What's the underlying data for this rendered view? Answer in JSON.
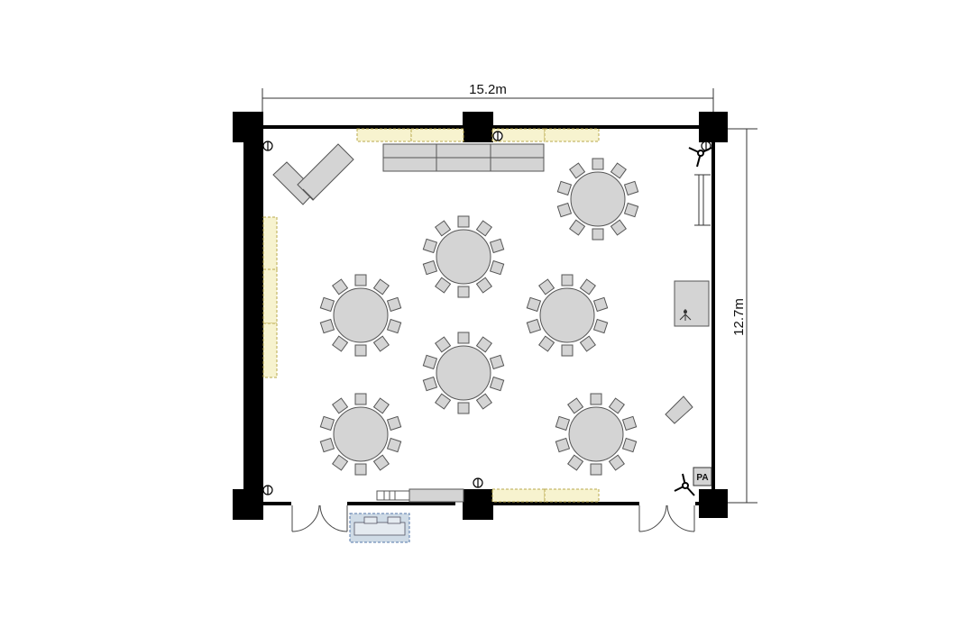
{
  "floorplan": {
    "width_label": "15.2m",
    "height_label": "12.7m",
    "pa_label": "PA",
    "colors": {
      "wall": "#000000",
      "furniture_fill": "#d4d4d4",
      "furniture_stroke": "#555555",
      "window_fill": "#f7f3cf",
      "window_stroke": "#b9a84c",
      "counter_fill": "#cfdbe6",
      "counter_stroke": "#5577aa"
    },
    "round_tables": 7,
    "chairs_per_table": 10
  }
}
